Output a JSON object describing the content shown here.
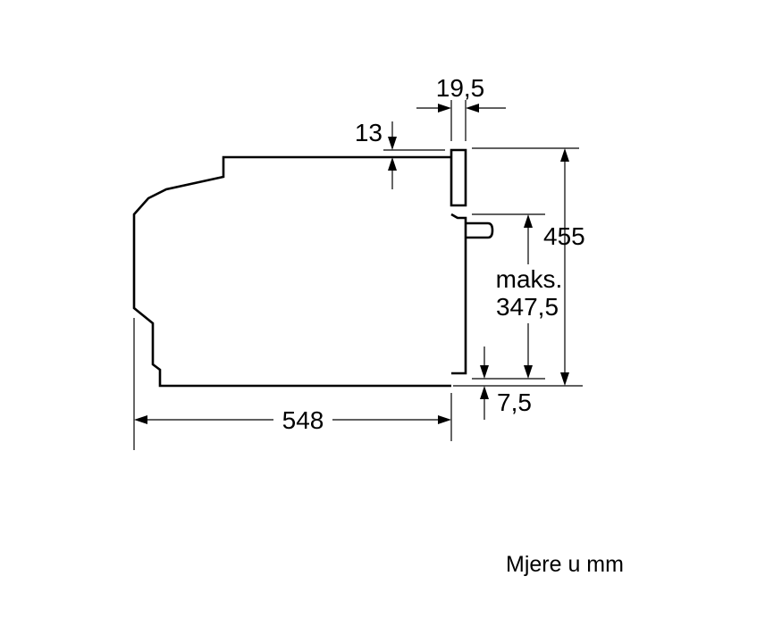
{
  "dimensions": {
    "panel_thickness": "19,5",
    "top_offset": "13",
    "height": "455",
    "max_label": "maks.",
    "max_height": "347,5",
    "bottom_offset": "7,5",
    "depth": "548"
  },
  "units_note": "Mjere u mm"
}
